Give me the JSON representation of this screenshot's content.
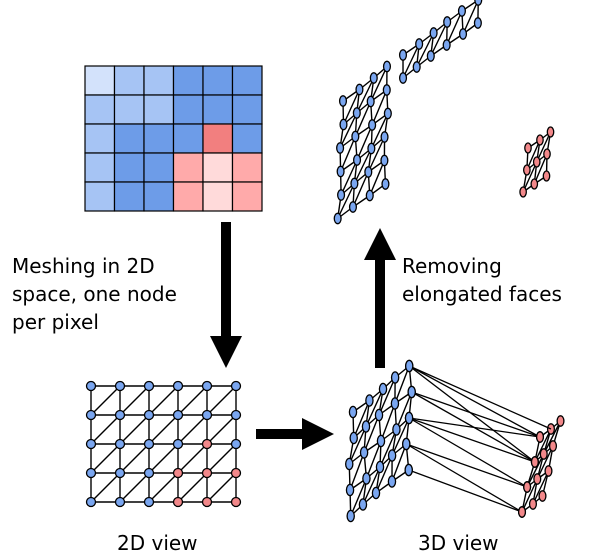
{
  "labels": {
    "meshing_line1": "Meshing in 2D",
    "meshing_line2": "space, one node",
    "meshing_line3": "per pixel",
    "removing_line1": "Removing",
    "removing_line2": "elongated faces",
    "view_2d": "2D view",
    "view_3d": "3D view"
  },
  "pixel_grid": {
    "rows": 5,
    "cols": 6,
    "colors": [
      [
        "#d3e2fb",
        "#a6c4f4",
        "#a6c4f4",
        "#6d9ce8",
        "#6d9ce8",
        "#6d9ce8"
      ],
      [
        "#a6c4f4",
        "#a6c4f4",
        "#a6c4f4",
        "#6d9ce8",
        "#6d9ce8",
        "#6d9ce8"
      ],
      [
        "#a6c4f4",
        "#6d9ce8",
        "#6d9ce8",
        "#6d9ce8",
        "#f27f7f",
        "#6d9ce8"
      ],
      [
        "#a6c4f4",
        "#6d9ce8",
        "#6d9ce8",
        "#ffaaaa",
        "#ffdada",
        "#ffaaaa"
      ],
      [
        "#a6c4f4",
        "#6d9ce8",
        "#6d9ce8",
        "#ffaaaa",
        "#ffdada",
        "#ffaaaa"
      ]
    ]
  },
  "node_colors": {
    "blue": "#7aa6f0",
    "red": "#f2888a",
    "border": "#000000"
  },
  "mesh_2d_red_nodes": [
    [
      2,
      4
    ],
    [
      3,
      3
    ],
    [
      3,
      4
    ],
    [
      3,
      5
    ],
    [
      4,
      3
    ],
    [
      4,
      4
    ],
    [
      4,
      5
    ]
  ]
}
